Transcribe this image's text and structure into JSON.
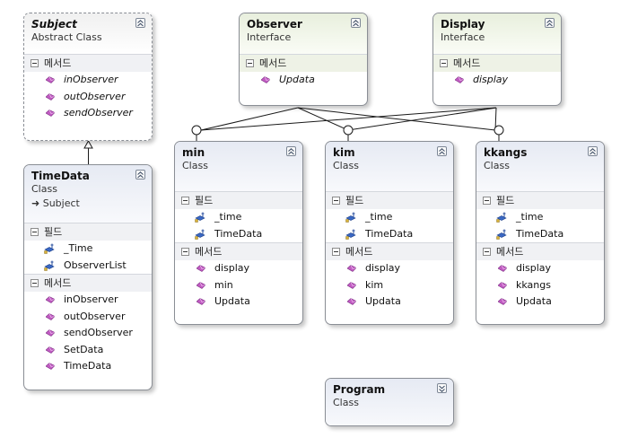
{
  "sections": {
    "fields": "필드",
    "methods": "메서드"
  },
  "colors": {
    "method_icon": "#c25bc3",
    "field_icon": "#3a68c4",
    "border": "#8a8e95"
  },
  "boxes": {
    "subject": {
      "name": "Subject",
      "kind": "Abstract Class",
      "methods": [
        "inObserver",
        "outObserver",
        "sendObserver"
      ]
    },
    "observer": {
      "name": "Observer",
      "kind": "Interface",
      "methods": [
        "Updata"
      ]
    },
    "display": {
      "name": "Display",
      "kind": "Interface",
      "methods": [
        "display"
      ]
    },
    "timedata": {
      "name": "TimeData",
      "kind": "Class",
      "base": "Subject",
      "fields": [
        "_Time",
        "ObserverList"
      ],
      "methods": [
        "inObserver",
        "outObserver",
        "sendObserver",
        "SetData",
        "TimeData"
      ]
    },
    "min": {
      "name": "min",
      "kind": "Class",
      "fields": [
        "_time",
        "TimeData"
      ],
      "methods": [
        "display",
        "min",
        "Updata"
      ]
    },
    "kim": {
      "name": "kim",
      "kind": "Class",
      "fields": [
        "_time",
        "TimeData"
      ],
      "methods": [
        "display",
        "kim",
        "Updata"
      ]
    },
    "kkangs": {
      "name": "kkangs",
      "kind": "Class",
      "fields": [
        "_time",
        "TimeData"
      ],
      "methods": [
        "display",
        "kkangs",
        "Updata"
      ]
    },
    "program": {
      "name": "Program",
      "kind": "Class"
    }
  }
}
